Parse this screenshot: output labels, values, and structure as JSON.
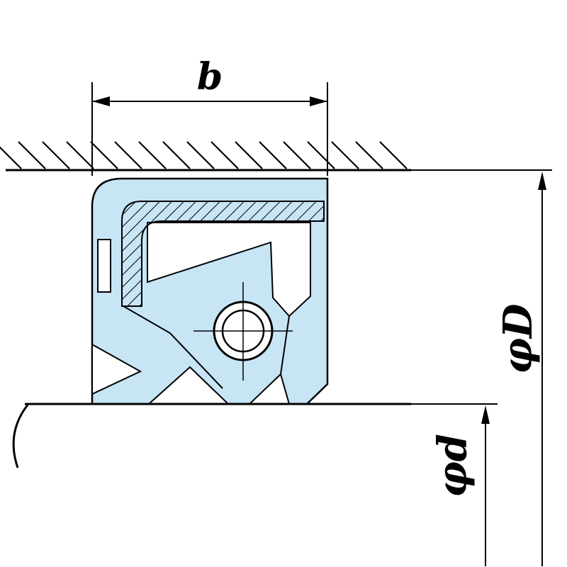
{
  "labels": {
    "seal_width": "b",
    "outer_diameter": "φD",
    "shaft_diameter": "φd"
  },
  "colors": {
    "line": "#000000",
    "rubber_fill": "#c7e5f4",
    "background": "#ffffff"
  }
}
